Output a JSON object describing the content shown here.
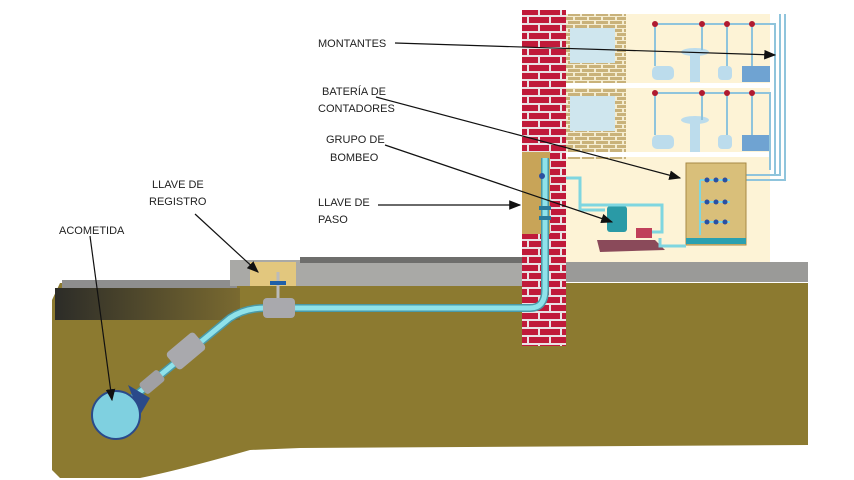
{
  "labels": {
    "montantes": "MONTANTES",
    "bateria_1": "BATERÍA DE",
    "bateria_2": "CONTADORES",
    "grupo_1": "GRUPO DE",
    "grupo_2": "BOMBEO",
    "llave_paso_1": "LLAVE DE",
    "llave_paso_2": "PASO",
    "llave_registro_1": "LLAVE DE",
    "llave_registro_2": "REGISTRO",
    "acometida": "ACOMETIDA"
  },
  "colors": {
    "soil": "#8c7a30",
    "brick": "#c01a3a",
    "water_pipe": "#7fd6e0",
    "interior": "#fdf3d6",
    "pavement": "#9a9a98"
  }
}
